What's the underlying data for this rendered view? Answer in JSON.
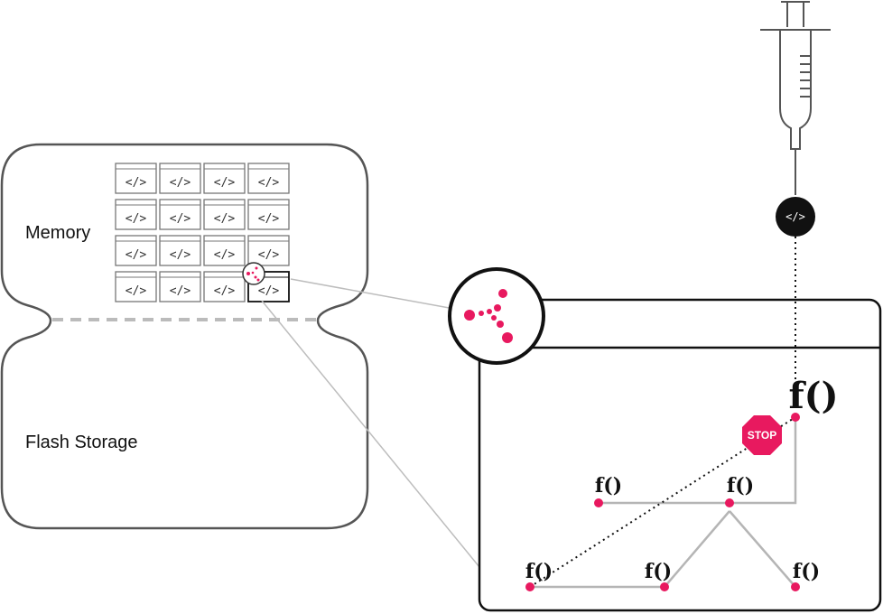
{
  "device": {
    "memory_label": "Memory",
    "storage_label": "Flash Storage",
    "code_tile_glyph": "</>",
    "tile_rows": 4,
    "tile_cols": 4
  },
  "injector": {
    "icon": "syringe-icon",
    "payload_glyph": "</>"
  },
  "call_graph": {
    "root_label": "f()",
    "node_label": "f()",
    "stop_label": "STOP",
    "nodes": [
      "root",
      "mid-left",
      "mid-right",
      "bottom-left",
      "bottom-middle",
      "bottom-right"
    ]
  },
  "colors": {
    "accent": "#e8195f",
    "outline": "#555555",
    "connector": "#b5b5b5",
    "payload": "#111111"
  }
}
